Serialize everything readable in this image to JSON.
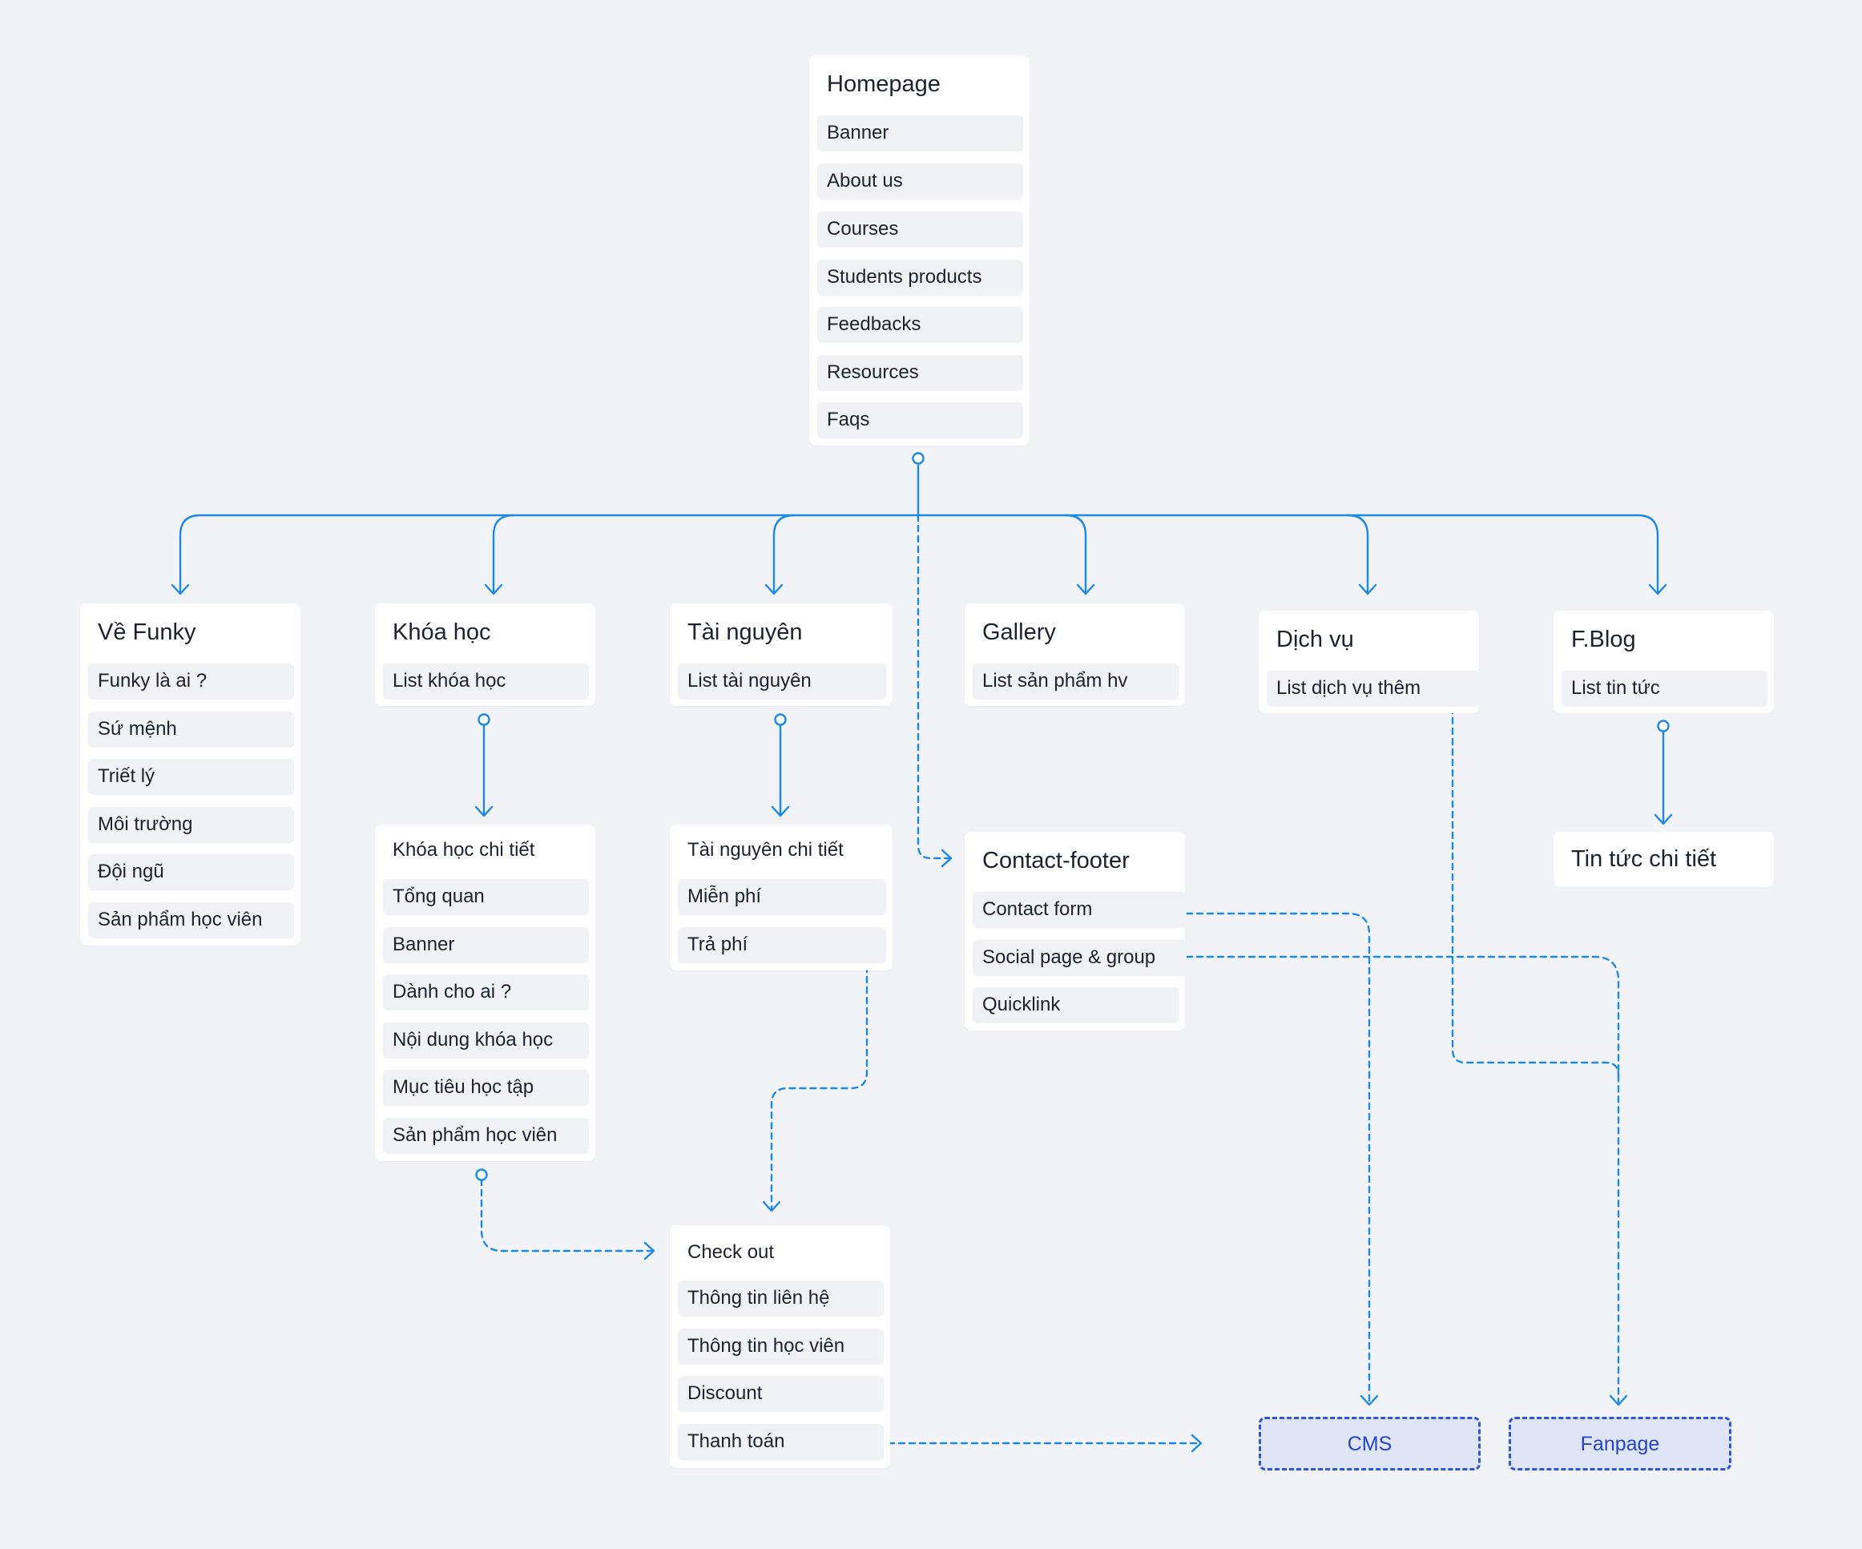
{
  "homepage": {
    "title": "Homepage",
    "items": [
      "Banner",
      "About us",
      "Courses",
      "Students products",
      "Feedbacks",
      "Resources",
      "Faqs"
    ]
  },
  "ve_funky": {
    "title": "Về Funky",
    "items": [
      "Funky là ai ?",
      "Sứ mệnh",
      "Triết lý",
      "Môi trường",
      "Đội ngũ",
      "Sản phẩm học viên"
    ]
  },
  "khoa_hoc": {
    "title": "Khóa học",
    "items": [
      "List khóa học"
    ]
  },
  "tai_nguyen": {
    "title": "Tài nguyên",
    "items": [
      "List tài nguyên"
    ]
  },
  "gallery": {
    "title": "Gallery",
    "items": [
      "List sản phẩm hv"
    ]
  },
  "dich_vu": {
    "title": "Dịch vụ",
    "items": [
      "List dịch vụ thêm"
    ]
  },
  "fblog": {
    "title": "F.Blog",
    "items": [
      "List tin tức"
    ]
  },
  "khoa_hoc_chi_tiet": {
    "title": "Khóa học chi tiết",
    "items": [
      "Tổng quan",
      "Banner",
      "Dành cho ai ?",
      "Nội dung khóa học",
      "Mục tiêu học tập",
      "Sản phẩm học viên"
    ]
  },
  "tai_nguyen_chi_tiet": {
    "title": "Tài nguyên chi tiết",
    "items": [
      "Miễn phí",
      "Trả phí"
    ]
  },
  "contact_footer": {
    "title": "Contact-footer",
    "items": [
      "Contact form",
      "Social page & group",
      "Quicklink"
    ]
  },
  "tin_tuc_chi_tiet": {
    "title": "Tin tức chi tiết"
  },
  "check_out": {
    "title": "Check out",
    "items": [
      "Thông tin liên hệ",
      "Thông tin học viên",
      "Discount",
      "Thanh toán"
    ]
  },
  "external": {
    "cms": "CMS",
    "fanpage": "Fanpage"
  },
  "colors": {
    "background": "#f1f3f7",
    "card": "#ffffff",
    "item": "#f1f2f5",
    "connector": "#1e88e5",
    "external_fill": "#dfe4f6",
    "external_border": "#2d56d6",
    "external_text": "#2446c6"
  }
}
